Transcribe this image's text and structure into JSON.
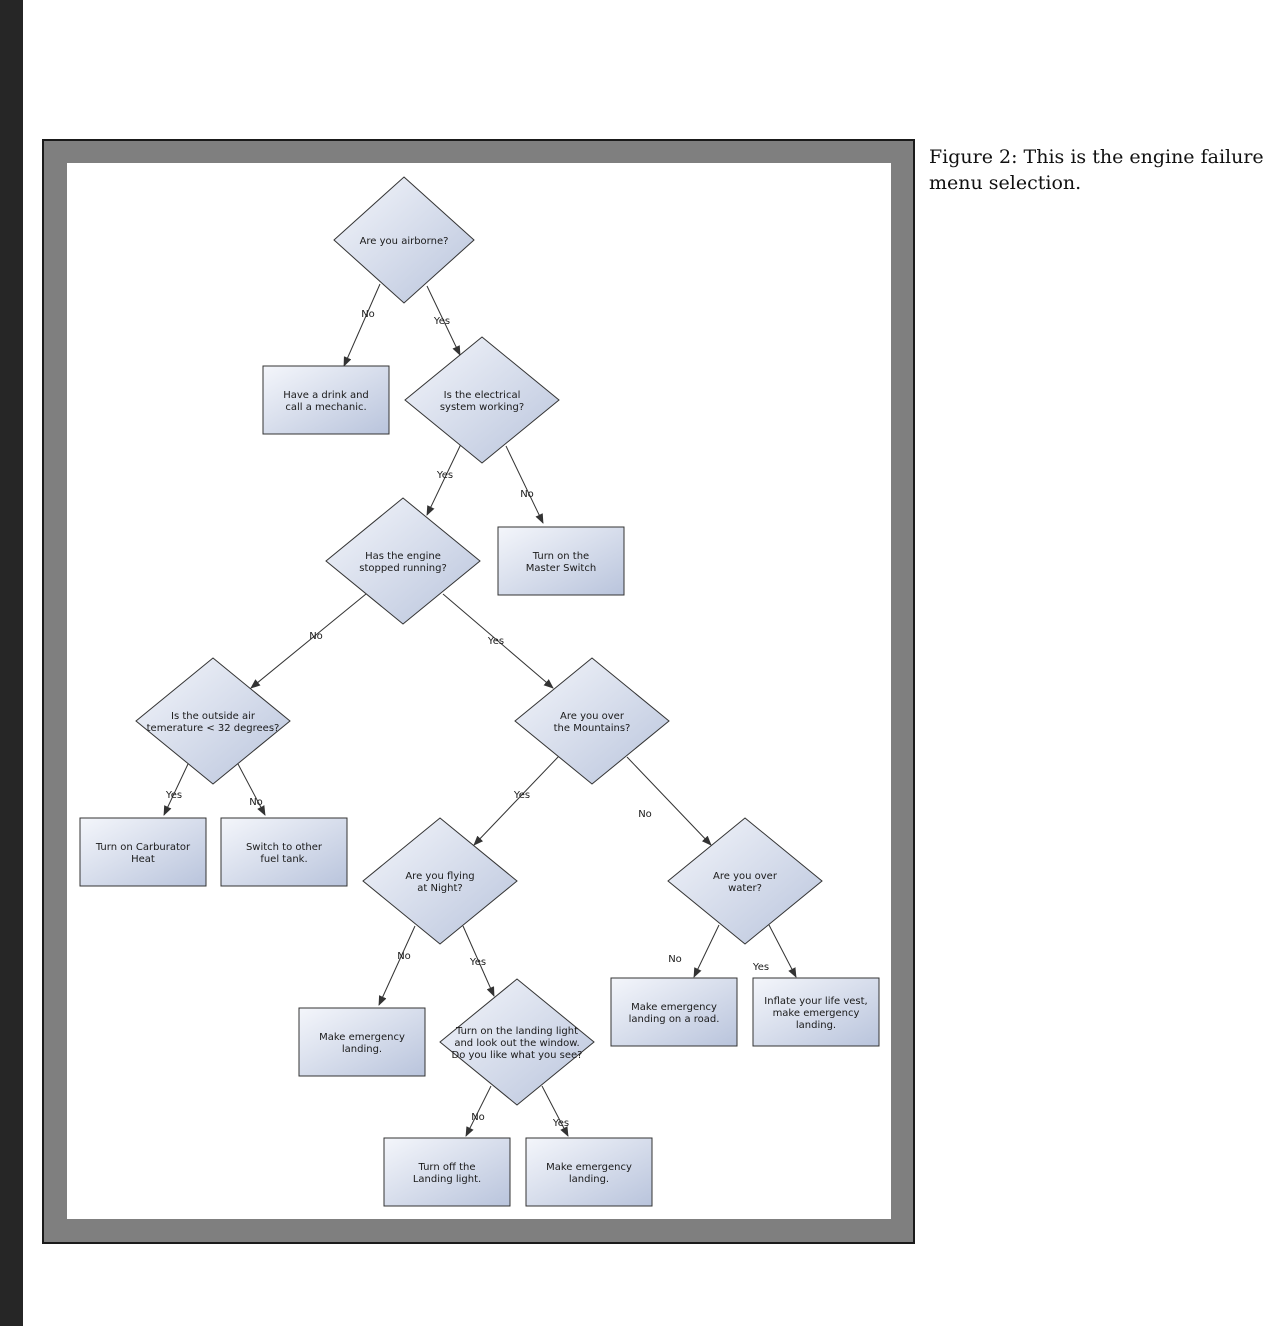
{
  "caption": "Figure 2: This is the engine failure menu selection.",
  "colors": {
    "shape_fill_start": "#f4f6fb",
    "shape_fill_end": "#b9c4dc",
    "frame": "#7f7f7f",
    "stroke": "#333333"
  },
  "nodes": [
    {
      "id": "q-airborne",
      "shape": "decision",
      "lines": [
        "Are you airborne?"
      ]
    },
    {
      "id": "a-drink",
      "shape": "action",
      "lines": [
        "Have a drink and",
        "call a mechanic."
      ]
    },
    {
      "id": "q-electrical",
      "shape": "decision",
      "lines": [
        "Is the electrical",
        "system working?"
      ]
    },
    {
      "id": "q-engine",
      "shape": "decision",
      "lines": [
        "Has the engine",
        "stopped running?"
      ]
    },
    {
      "id": "a-master",
      "shape": "action",
      "lines": [
        "Turn on the",
        "Master Switch"
      ]
    },
    {
      "id": "q-temp",
      "shape": "decision",
      "lines": [
        "Is the outside air",
        "temerature < 32 degrees?"
      ]
    },
    {
      "id": "q-mountains",
      "shape": "decision",
      "lines": [
        "Are you over",
        "the Mountains?"
      ]
    },
    {
      "id": "a-carb",
      "shape": "action",
      "lines": [
        "Turn on Carburator",
        "Heat"
      ]
    },
    {
      "id": "a-fuel",
      "shape": "action",
      "lines": [
        "Switch to other",
        "fuel tank."
      ]
    },
    {
      "id": "q-night",
      "shape": "decision",
      "lines": [
        "Are you flying",
        "at Night?"
      ]
    },
    {
      "id": "q-water",
      "shape": "decision",
      "lines": [
        "Are you over",
        "water?"
      ]
    },
    {
      "id": "a-land1",
      "shape": "action",
      "lines": [
        "Make emergency",
        "landing."
      ]
    },
    {
      "id": "q-light",
      "shape": "decision",
      "lines": [
        "Turn on the landing light",
        "and look out the window.",
        "Do you like what you see?"
      ]
    },
    {
      "id": "a-road",
      "shape": "action",
      "lines": [
        "Make emergency",
        "landing on a road."
      ]
    },
    {
      "id": "a-vest",
      "shape": "action",
      "lines": [
        "Inflate your life vest,",
        "make emergency",
        "landing."
      ]
    },
    {
      "id": "a-lightoff",
      "shape": "action",
      "lines": [
        "Turn off the",
        "Landing light."
      ]
    },
    {
      "id": "a-land2",
      "shape": "action",
      "lines": [
        "Make emergency",
        "landing."
      ]
    }
  ],
  "edges": [
    {
      "from": "q-airborne",
      "to": "a-drink",
      "label": "No"
    },
    {
      "from": "q-airborne",
      "to": "q-electrical",
      "label": "Yes"
    },
    {
      "from": "q-electrical",
      "to": "q-engine",
      "label": "Yes"
    },
    {
      "from": "q-electrical",
      "to": "a-master",
      "label": "No"
    },
    {
      "from": "q-engine",
      "to": "q-temp",
      "label": "No"
    },
    {
      "from": "q-engine",
      "to": "q-mountains",
      "label": "Yes"
    },
    {
      "from": "q-temp",
      "to": "a-carb",
      "label": "Yes"
    },
    {
      "from": "q-temp",
      "to": "a-fuel",
      "label": "No"
    },
    {
      "from": "q-mountains",
      "to": "q-night",
      "label": "Yes"
    },
    {
      "from": "q-mountains",
      "to": "q-water",
      "label": "No"
    },
    {
      "from": "q-night",
      "to": "a-land1",
      "label": "No"
    },
    {
      "from": "q-night",
      "to": "q-light",
      "label": "Yes"
    },
    {
      "from": "q-water",
      "to": "a-road",
      "label": "No"
    },
    {
      "from": "q-water",
      "to": "a-vest",
      "label": "Yes"
    },
    {
      "from": "q-light",
      "to": "a-lightoff",
      "label": "No"
    },
    {
      "from": "q-light",
      "to": "a-land2",
      "label": "Yes"
    }
  ]
}
